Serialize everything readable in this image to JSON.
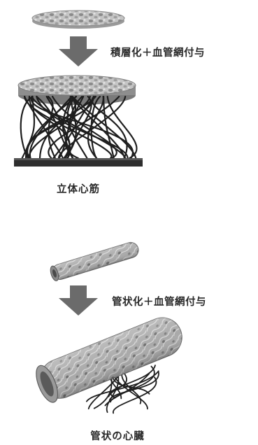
{
  "top": {
    "step_label": "積層化＋血管網付与",
    "result_caption": "立体心筋"
  },
  "bottom": {
    "step_label": "管状化＋血管網付与",
    "result_caption": "管状の心臓"
  },
  "colors": {
    "arrow": "#6b6b6b",
    "sheet_light": "#cfcfcf",
    "sheet_dark": "#9a9a9a",
    "vessel": "#1e1e1e",
    "substrate": "#2e2e2e"
  }
}
